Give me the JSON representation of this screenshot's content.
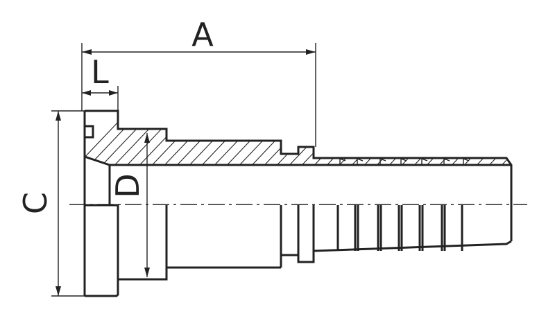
{
  "diagram": {
    "labels": {
      "a": "A",
      "l": "L",
      "c": "C",
      "d": "D"
    },
    "colors": {
      "line": "#222222",
      "background": "#ffffff"
    }
  }
}
